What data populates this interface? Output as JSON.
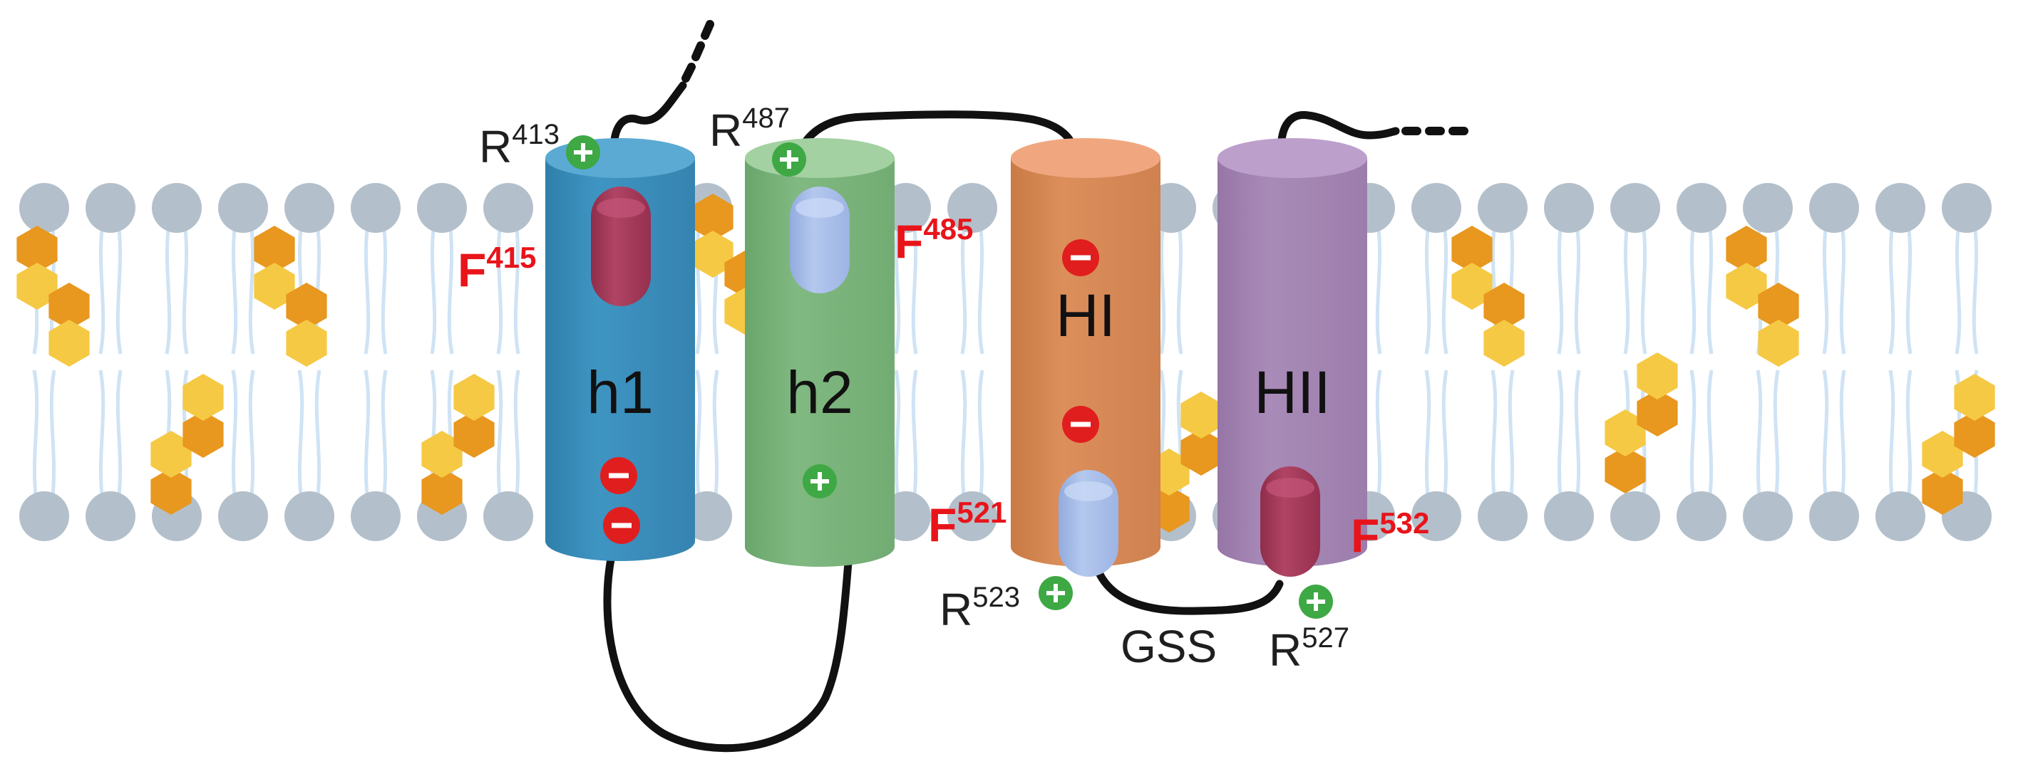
{
  "helices": {
    "h1": "h1",
    "h2": "h2",
    "HI": "HI",
    "HII": "HII"
  },
  "residues": {
    "r413": {
      "base": "R",
      "sup": "413"
    },
    "r487": {
      "base": "R",
      "sup": "487"
    },
    "r523": {
      "base": "R",
      "sup": "523"
    },
    "r527": {
      "base": "R",
      "sup": "527"
    },
    "f415": {
      "base": "F",
      "sup": "415"
    },
    "f485": {
      "base": "F",
      "sup": "485"
    },
    "f521": {
      "base": "F",
      "sup": "521"
    },
    "f532": {
      "base": "F",
      "sup": "532"
    }
  },
  "linker": "GSS",
  "colors": {
    "h1": "#3f95c2",
    "h2": "#7db57e",
    "HI": "#d88c58",
    "HII": "#a688b5",
    "headgroup": "#b3c0cb",
    "tail": "#cfe3f4",
    "cholesterol_dark": "#e8971f",
    "cholesterol_light": "#f5c944",
    "aromatic_dark": "#a83b5a",
    "aromatic_light": "#a9bfe8",
    "positive": "#3ea845",
    "negative": "#e11e1e",
    "label_red": "#e8141a"
  },
  "icons": {
    "positive": "plus-charge-icon",
    "negative": "minus-charge-icon",
    "ellipsis": "ellipsis-icon"
  }
}
